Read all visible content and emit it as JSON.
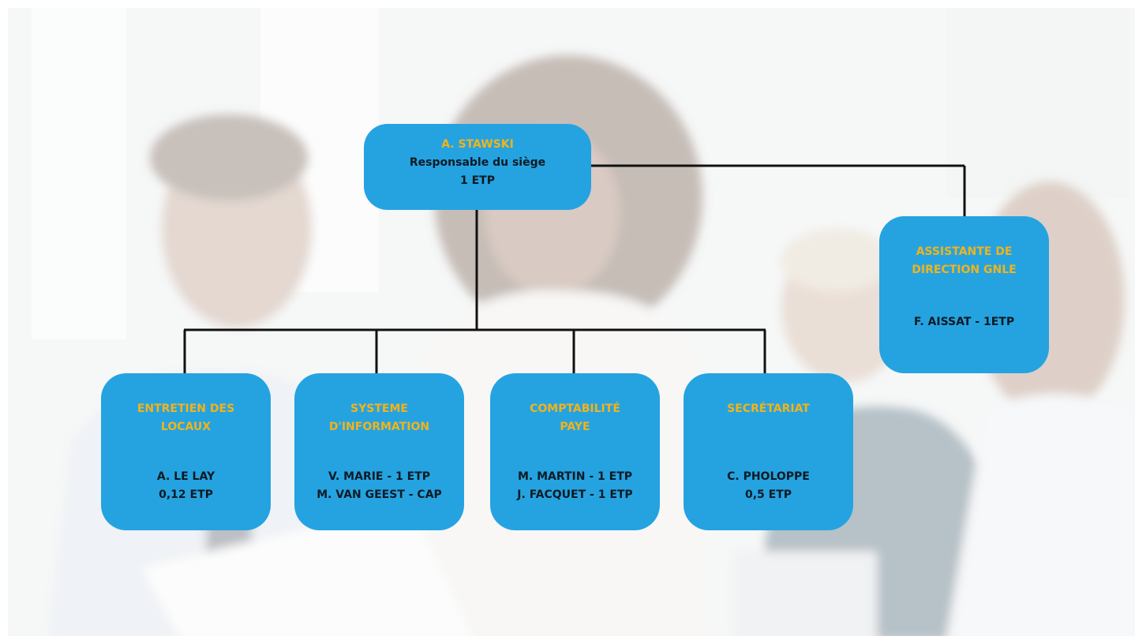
{
  "chart": {
    "head": {
      "name": "A. STAWSKI",
      "role": "Responsable du siège",
      "etp": "1 ETP"
    },
    "assistant": {
      "title_line1": "ASSISTANTE DE",
      "title_line2": "DIRECTION GNLE",
      "name": "F. AISSAT - 1ETP"
    },
    "departments": [
      {
        "title_line1": "ENTRETIEN DES",
        "title_line2": "LOCAUX",
        "line1": "A. LE LAY",
        "line2": "0,12 ETP"
      },
      {
        "title_line1": "SYSTEME",
        "title_line2": "D'INFORMATION",
        "line1": "V. MARIE - 1 ETP",
        "line2": "M. VAN GEEST - CAP"
      },
      {
        "title_line1": "COMPTABILITÉ",
        "title_line2": "PAYE",
        "line1": "M. MARTIN - 1 ETP",
        "line2": "J. FACQUET - 1 ETP"
      },
      {
        "title_line1": "SECRÉTARIAT",
        "line1": "C. PHOLOPPE",
        "line2": "0,5 ETP"
      }
    ]
  },
  "colors": {
    "box_fill": "#25a3e1",
    "title_text": "#f2b31a",
    "body_text": "#0d1a24",
    "connector": "#111111"
  }
}
